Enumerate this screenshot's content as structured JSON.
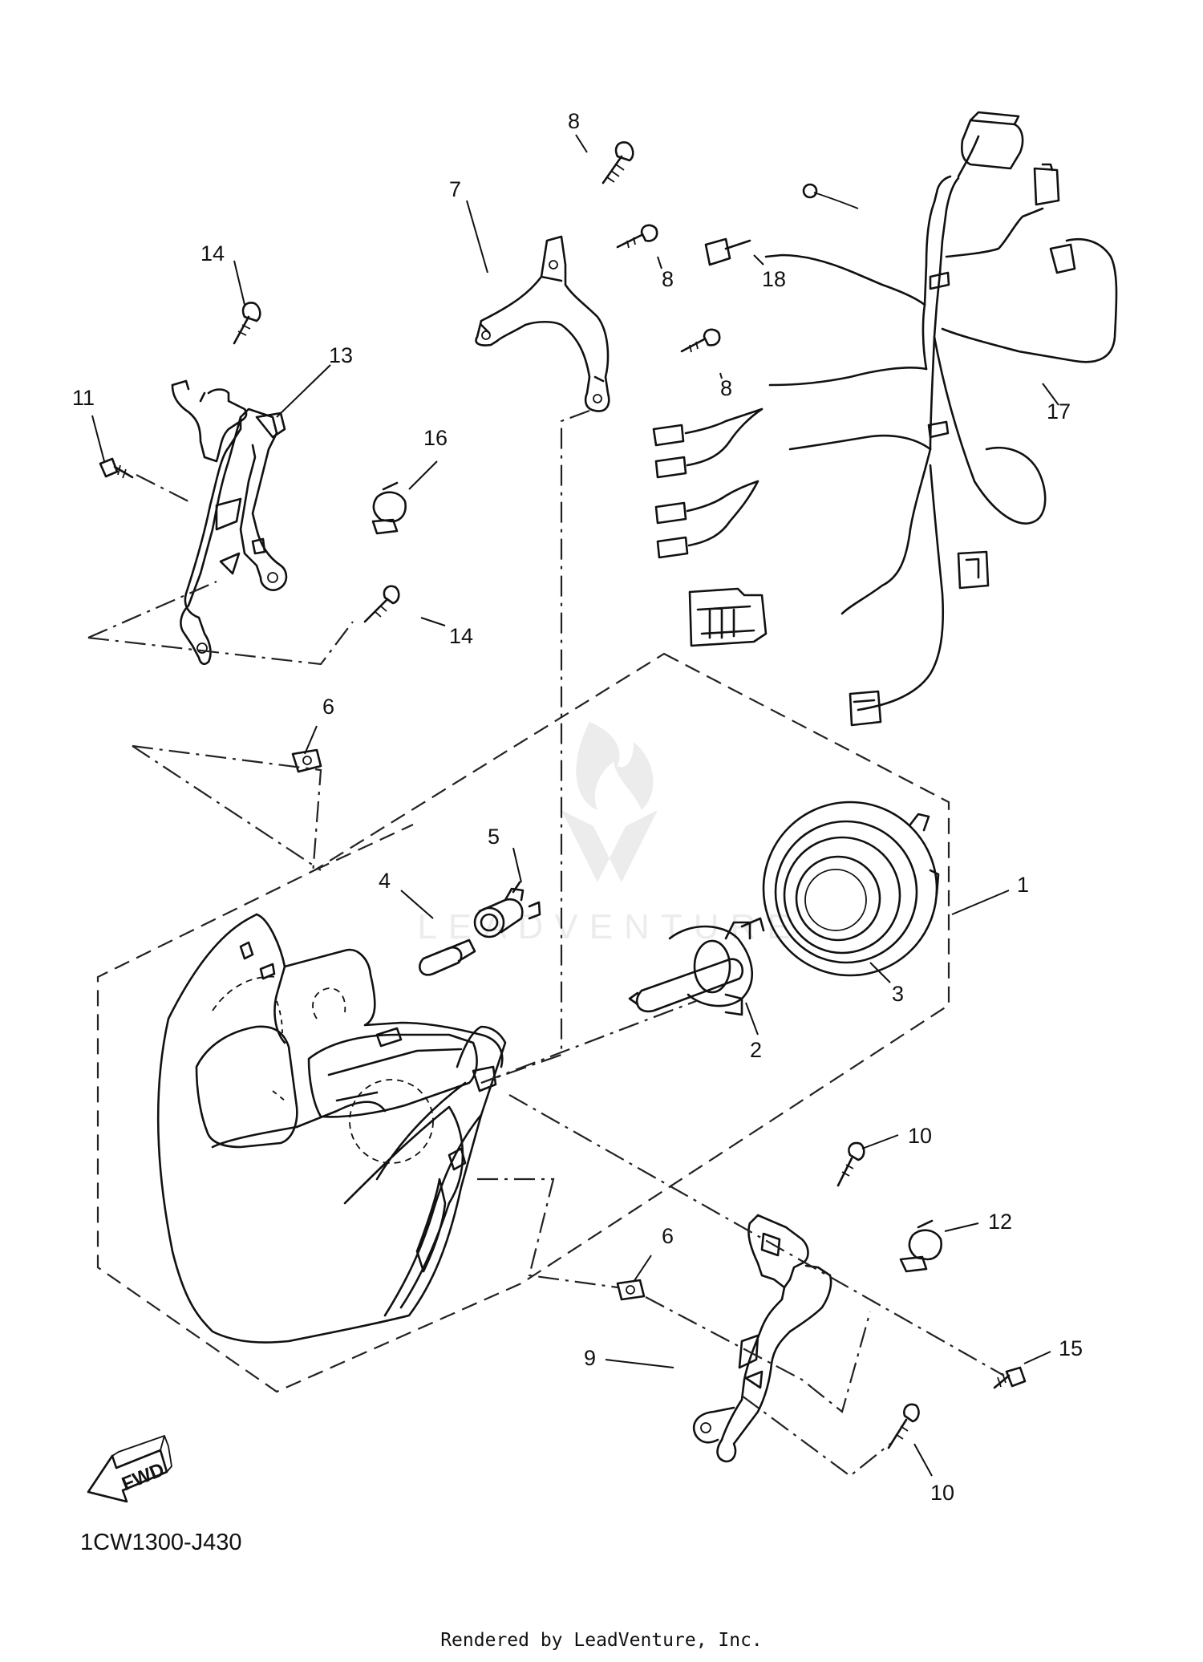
{
  "callouts": {
    "c1": "1",
    "c2": "2",
    "c3": "3",
    "c4": "4",
    "c5": "5",
    "c6a": "6",
    "c6b": "6",
    "c7": "7",
    "c8a": "8",
    "c8b": "8",
    "c8c": "8",
    "c9": "9",
    "c10a": "10",
    "c10b": "10",
    "c11": "11",
    "c12": "12",
    "c13": "13",
    "c14a": "14",
    "c14b": "14",
    "c15": "15",
    "c16": "16",
    "c17": "17",
    "c18": "18"
  },
  "fwd_label": "FWD",
  "diagram_code": "1CW1300-J430",
  "watermark": "LEADVENTURE",
  "footer": "Rendered by LeadVenture, Inc."
}
